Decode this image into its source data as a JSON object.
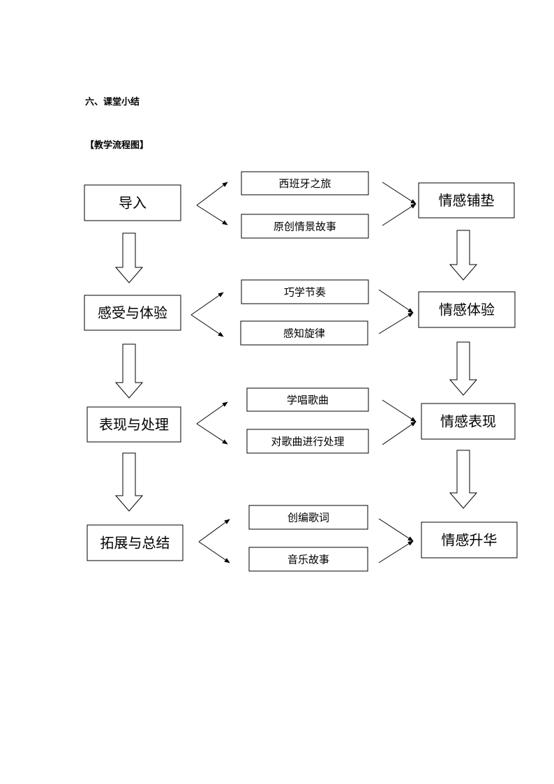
{
  "section_title": "六、课堂小结",
  "flow_label": "【教学流程图】",
  "rows": [
    {
      "left": "导入",
      "middle": [
        "西班牙之旅",
        "原创情景故事"
      ],
      "right": "情感铺垫"
    },
    {
      "left": "感受与体验",
      "middle": [
        "巧学节奏",
        "感知旋律"
      ],
      "right": "情感体验"
    },
    {
      "left": "表现与处理",
      "middle": [
        "学唱歌曲",
        "对歌曲进行处理"
      ],
      "right": "情感表现"
    },
    {
      "left": "拓展与总结",
      "middle": [
        "创编歌词",
        "音乐故事"
      ],
      "right": "情感升华"
    }
  ]
}
